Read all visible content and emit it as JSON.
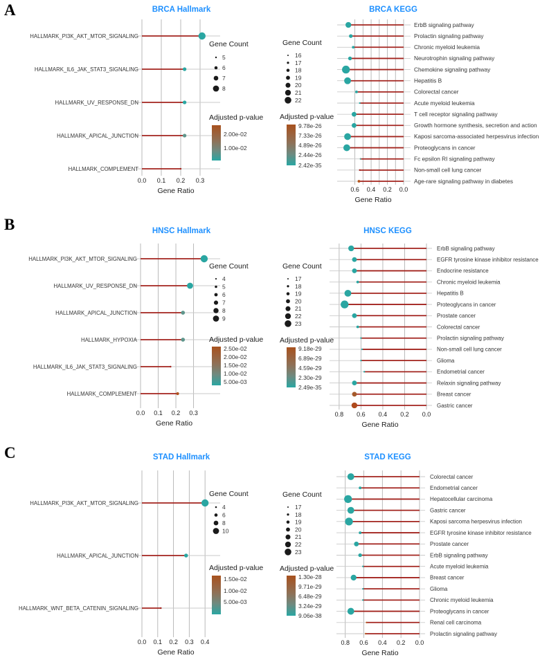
{
  "figure": {
    "panel_letters": [
      "A",
      "B",
      "C"
    ]
  },
  "colors": {
    "title_blue": "#1e90ff",
    "stem_red": "#A2231D",
    "teal": "#2AA6A2",
    "muted_teal": "#5F968C",
    "grid": "#b3b3b3",
    "rowline": "#c9c9c9",
    "legend_dot": "#1a1a1a",
    "text": "#343434",
    "tick_text": "#1c1c1c",
    "cbar_top": "#A8511E",
    "cbar_mid1": "#8E7158",
    "cbar_mid2": "#6E8A80",
    "cbar_bottom": "#2AA6A2"
  },
  "chart_data": [
    {
      "panel": "A",
      "type": "lollipop",
      "title": "BRCA Hallmark",
      "xlabel": "Gene Ratio",
      "x_reversed": false,
      "x_domain": [
        0,
        0.35
      ],
      "grid_values": [
        0,
        0.1,
        0.2,
        0.3
      ],
      "xtick_values": [
        0,
        0.1,
        0.2,
        0.3
      ],
      "xtick_labels": [
        "0.0",
        "0.1",
        "0.2",
        "0.3"
      ],
      "labels_side": "left",
      "rows": [
        {
          "label": "HALLMARK_PI3K_AKT_MTOR_SIGNALING",
          "gene_ratio": 0.31,
          "gene_count": 8,
          "color": "#2AA6A2"
        },
        {
          "label": "HALLMARK_IL6_JAK_STAT3_SIGNALING",
          "gene_ratio": 0.22,
          "gene_count": 6,
          "color": "#2AA6A2"
        },
        {
          "label": "HALLMARK_UV_RESPONSE_DN",
          "gene_ratio": 0.22,
          "gene_count": 6,
          "color": "#2AA6A2"
        },
        {
          "label": "HALLMARK_APICAL_JUNCTION",
          "gene_ratio": 0.22,
          "gene_count": 6,
          "color": "#5F968C"
        },
        {
          "label": "HALLMARK_COMPLEMENT",
          "gene_ratio": 0.2,
          "gene_count": 5,
          "color": "#A2231D",
          "tiny": true
        }
      ],
      "gene_count_legend": {
        "title": "Gene Count",
        "items": [
          "5",
          "6",
          "7",
          "8"
        ]
      },
      "pvalue_legend": {
        "title": "Adjusted p-value",
        "tick_labels": [
          "2.00e-02",
          "1.00e-02"
        ]
      }
    },
    {
      "panel": "A",
      "type": "lollipop",
      "title": "BRCA KEGG",
      "xlabel": "Gene Ratio",
      "x_reversed": true,
      "x_domain": [
        0,
        0.75
      ],
      "grid_values": [
        0,
        0.1,
        0.2,
        0.3,
        0.4,
        0.5,
        0.6
      ],
      "xtick_values": [
        0.6,
        0.4,
        0.2,
        0
      ],
      "xtick_labels": [
        "0.6",
        "0.4",
        "0.2",
        "0.0"
      ],
      "labels_side": "right",
      "rows": [
        {
          "label": "ErbB signaling pathway",
          "gene_ratio": 0.68,
          "gene_count": 20,
          "color": "#2AA6A2"
        },
        {
          "label": "Prolactin signaling pathway",
          "gene_ratio": 0.65,
          "gene_count": 18,
          "color": "#2AA6A2"
        },
        {
          "label": "Chronic myeloid leukemia",
          "gene_ratio": 0.62,
          "gene_count": 17,
          "color": "#2AA6A2"
        },
        {
          "label": "Neurotrophin signaling pathway",
          "gene_ratio": 0.66,
          "gene_count": 18,
          "color": "#2AA6A2"
        },
        {
          "label": "Chemokine signaling pathway",
          "gene_ratio": 0.71,
          "gene_count": 22,
          "color": "#2AA6A2"
        },
        {
          "label": "Hepatitis B",
          "gene_ratio": 0.69,
          "gene_count": 21,
          "color": "#2AA6A2"
        },
        {
          "label": "Colorectal cancer",
          "gene_ratio": 0.58,
          "gene_count": 17,
          "color": "#2AA6A2"
        },
        {
          "label": "Acute myeloid leukemia",
          "gene_ratio": 0.54,
          "gene_count": 16,
          "color": "#2AA6A2"
        },
        {
          "label": "T cell receptor signaling pathway",
          "gene_ratio": 0.61,
          "gene_count": 19,
          "color": "#2AA6A2"
        },
        {
          "label": "Growth hormone synthesis, secretion and action",
          "gene_ratio": 0.61,
          "gene_count": 19,
          "color": "#2AA6A2"
        },
        {
          "label": "Kaposi sarcoma-associated herpesvirus infection",
          "gene_ratio": 0.69,
          "gene_count": 21,
          "color": "#2AA6A2"
        },
        {
          "label": "Proteoglycans in cancer",
          "gene_ratio": 0.7,
          "gene_count": 21,
          "color": "#2AA6A2"
        },
        {
          "label": "Fc epsilon RI signaling pathway",
          "gene_ratio": 0.53,
          "gene_count": 16,
          "color": "#5F968C",
          "tiny": true
        },
        {
          "label": "Non-small cell lung cancer",
          "gene_ratio": 0.54,
          "gene_count": 16,
          "color": "#A2231D",
          "tiny": true
        },
        {
          "label": "Age-rare signaling pathway in diabetes",
          "gene_ratio": 0.55,
          "gene_count": 17,
          "color": "#B4541C"
        }
      ],
      "gene_count_legend": {
        "title": "Gene Count",
        "items": [
          "16",
          "17",
          "18",
          "19",
          "20",
          "21",
          "22"
        ]
      },
      "pvalue_legend": {
        "title": "Adjusted p-value",
        "tick_labels": [
          "9.78e-26",
          "7.33e-26",
          "4.89e-26",
          "2.44e-26",
          "2.42e-35"
        ]
      }
    },
    {
      "panel": "B",
      "type": "lollipop",
      "title": "HNSC Hallmark",
      "xlabel": "Gene Ratio",
      "x_reversed": false,
      "x_domain": [
        0,
        0.38
      ],
      "grid_values": [
        0,
        0.1,
        0.2,
        0.3
      ],
      "xtick_values": [
        0,
        0.1,
        0.2,
        0.3
      ],
      "xtick_labels": [
        "0.0",
        "0.1",
        "0.2",
        "0.3"
      ],
      "labels_side": "left",
      "rows": [
        {
          "label": "HALLMARK_PI3K_AKT_MTOR_SIGNALING",
          "gene_ratio": 0.36,
          "gene_count": 9,
          "color": "#2AA6A2"
        },
        {
          "label": "HALLMARK_UV_RESPONSE_DN",
          "gene_ratio": 0.28,
          "gene_count": 8,
          "color": "#2AA6A2"
        },
        {
          "label": "HALLMARK_APICAL_JUNCTION",
          "gene_ratio": 0.24,
          "gene_count": 6,
          "color": "#5F968C"
        },
        {
          "label": "HALLMARK_HYPOXIA",
          "gene_ratio": 0.24,
          "gene_count": 6,
          "color": "#5F968C"
        },
        {
          "label": "HALLMARK_IL6_JAK_STAT3_SIGNALING",
          "gene_ratio": 0.17,
          "gene_count": 4,
          "color": "#A2231D",
          "tiny": true
        },
        {
          "label": "HALLMARK_COMPLEMENT",
          "gene_ratio": 0.21,
          "gene_count": 5,
          "color": "#B0521E"
        }
      ],
      "gene_count_legend": {
        "title": "Gene Count",
        "items": [
          "4",
          "5",
          "6",
          "7",
          "8",
          "9"
        ]
      },
      "pvalue_legend": {
        "title": "Adjusted p-value",
        "tick_labels": [
          "2.50e-02",
          "2.00e-02",
          "1.50e-02",
          "1.00e-02",
          "5.00e-03"
        ]
      }
    },
    {
      "panel": "B",
      "type": "lollipop",
      "title": "HNSC KEGG",
      "xlabel": "Gene Ratio",
      "x_reversed": true,
      "x_domain": [
        0,
        0.85
      ],
      "grid_values": [
        0,
        0.2,
        0.4,
        0.6,
        0.8
      ],
      "xtick_values": [
        0.8,
        0.6,
        0.4,
        0.2,
        0
      ],
      "xtick_labels": [
        "0.8",
        "0.6",
        "0.4",
        "0.2",
        "0.0"
      ],
      "labels_side": "right",
      "rows": [
        {
          "label": "ErbB signaling pathway",
          "gene_ratio": 0.69,
          "gene_count": 21,
          "color": "#2AA6A2"
        },
        {
          "label": "EGFR tyrosine kinase inhibitor resistance",
          "gene_ratio": 0.66,
          "gene_count": 20,
          "color": "#2AA6A2"
        },
        {
          "label": "Endocrine resistance",
          "gene_ratio": 0.66,
          "gene_count": 20,
          "color": "#2AA6A2"
        },
        {
          "label": "Chronic myeloid leukemia",
          "gene_ratio": 0.63,
          "gene_count": 18,
          "color": "#2AA6A2"
        },
        {
          "label": "Hepatitis B",
          "gene_ratio": 0.72,
          "gene_count": 22,
          "color": "#2AA6A2"
        },
        {
          "label": "Proteoglycans in cancer",
          "gene_ratio": 0.75,
          "gene_count": 23,
          "color": "#2AA6A2"
        },
        {
          "label": "Prostate cancer",
          "gene_ratio": 0.66,
          "gene_count": 20,
          "color": "#2AA6A2"
        },
        {
          "label": "Colorectal cancer",
          "gene_ratio": 0.63,
          "gene_count": 18,
          "color": "#2AA6A2"
        },
        {
          "label": "Prolactin signaling pathway",
          "gene_ratio": 0.6,
          "gene_count": 17,
          "color": "#2AA6A2"
        },
        {
          "label": "Non-small cell lung cancer",
          "gene_ratio": 0.59,
          "gene_count": 17,
          "color": "#2AA6A2"
        },
        {
          "label": "Glioma",
          "gene_ratio": 0.6,
          "gene_count": 17,
          "color": "#2AA6A2"
        },
        {
          "label": "Endometrial cancer",
          "gene_ratio": 0.57,
          "gene_count": 17,
          "color": "#2AA6A2",
          "tiny": true
        },
        {
          "label": "Relaxin signaling pathway",
          "gene_ratio": 0.66,
          "gene_count": 20,
          "color": "#2AA6A2"
        },
        {
          "label": "Breast cancer",
          "gene_ratio": 0.66,
          "gene_count": 20,
          "color": "#A55A2B"
        },
        {
          "label": "Gastric cancer",
          "gene_ratio": 0.66,
          "gene_count": 21,
          "color": "#AF4A1D"
        }
      ],
      "gene_count_legend": {
        "title": "Gene Count",
        "items": [
          "17",
          "18",
          "19",
          "20",
          "21",
          "22",
          "23"
        ]
      },
      "pvalue_legend": {
        "title": "Adjusted p-value",
        "tick_labels": [
          "9.18e-29",
          "6.89e-29",
          "4.59e-29",
          "2.30e-29",
          "2.49e-35"
        ]
      }
    },
    {
      "panel": "C",
      "type": "lollipop",
      "title": "STAD Hallmark",
      "xlabel": "Gene Ratio",
      "x_reversed": false,
      "x_domain": [
        0,
        0.43
      ],
      "grid_values": [
        0,
        0.1,
        0.2,
        0.3,
        0.4
      ],
      "xtick_values": [
        0,
        0.1,
        0.2,
        0.3,
        0.4
      ],
      "xtick_labels": [
        "0.0",
        "0.1",
        "0.2",
        "0.3",
        "0.4"
      ],
      "labels_side": "left",
      "rows": [
        {
          "label": "HALLMARK_PI3K_AKT_MTOR_SIGNALING",
          "gene_ratio": 0.4,
          "gene_count": 10,
          "color": "#2AA6A2"
        },
        {
          "label": "HALLMARK_APICAL_JUNCTION",
          "gene_ratio": 0.28,
          "gene_count": 6,
          "color": "#2AA6A2"
        },
        {
          "label": "HALLMARK_WNT_BETA_CATENIN_SIGNALING",
          "gene_ratio": 0.12,
          "gene_count": 4,
          "color": "#A2231D",
          "tiny": true
        }
      ],
      "gene_count_legend": {
        "title": "Gene Count",
        "items": [
          "4",
          "6",
          "8",
          "10"
        ]
      },
      "pvalue_legend": {
        "title": "Adjusted p-value",
        "tick_labels": [
          "1.50e-02",
          "1.00e-02",
          "5.00e-03"
        ]
      }
    },
    {
      "panel": "C",
      "type": "lollipop",
      "title": "STAD KEGG",
      "xlabel": "Gene Ratio",
      "x_reversed": true,
      "x_domain": [
        0,
        0.85
      ],
      "grid_values": [
        0,
        0.2,
        0.4,
        0.6,
        0.8
      ],
      "xtick_values": [
        0.8,
        0.6,
        0.4,
        0.2,
        0
      ],
      "xtick_labels": [
        "0.8",
        "0.6",
        "0.4",
        "0.2",
        "0.0"
      ],
      "labels_side": "right",
      "rows": [
        {
          "label": "Colorectal cancer",
          "gene_ratio": 0.74,
          "gene_count": 22,
          "color": "#2AA6A2"
        },
        {
          "label": "Endometrial cancer",
          "gene_ratio": 0.64,
          "gene_count": 18,
          "color": "#2AA6A2"
        },
        {
          "label": "Hepatocellular carcinoma",
          "gene_ratio": 0.77,
          "gene_count": 23,
          "color": "#2AA6A2"
        },
        {
          "label": "Gastric cancer",
          "gene_ratio": 0.74,
          "gene_count": 22,
          "color": "#2AA6A2"
        },
        {
          "label": "Kaposi sarcoma herpesvirus infection",
          "gene_ratio": 0.76,
          "gene_count": 23,
          "color": "#2AA6A2"
        },
        {
          "label": "EGFR tyrosine kinase inhibitor resistance",
          "gene_ratio": 0.64,
          "gene_count": 18,
          "color": "#2AA6A2"
        },
        {
          "label": "Prostate cancer",
          "gene_ratio": 0.68,
          "gene_count": 20,
          "color": "#2AA6A2"
        },
        {
          "label": "ErbB signaling pathway",
          "gene_ratio": 0.64,
          "gene_count": 19,
          "color": "#2AA6A2"
        },
        {
          "label": "Acute myeloid leukemia",
          "gene_ratio": 0.61,
          "gene_count": 17,
          "color": "#2AA6A2"
        },
        {
          "label": "Breast cancer",
          "gene_ratio": 0.71,
          "gene_count": 21,
          "color": "#2AA6A2"
        },
        {
          "label": "Glioma",
          "gene_ratio": 0.61,
          "gene_count": 17,
          "color": "#2AA6A2"
        },
        {
          "label": "Chronic myeloid leukemia",
          "gene_ratio": 0.61,
          "gene_count": 17,
          "color": "#2AA6A2"
        },
        {
          "label": "Proteoglycans in cancer",
          "gene_ratio": 0.74,
          "gene_count": 22,
          "color": "#2AA6A2"
        },
        {
          "label": "Renal cell carcinoma",
          "gene_ratio": 0.57,
          "gene_count": 17,
          "color": "#B4541C",
          "tiny": true
        },
        {
          "label": "Prolactin signaling pathway",
          "gene_ratio": 0.58,
          "gene_count": 17,
          "color": "#B4541C",
          "tiny": true
        }
      ],
      "gene_count_legend": {
        "title": "Gene Count",
        "items": [
          "17",
          "18",
          "19",
          "20",
          "21",
          "22",
          "23"
        ]
      },
      "pvalue_legend": {
        "title": "Adjusted p-value",
        "tick_labels": [
          "1.30e-28",
          "9.71e-29",
          "6.48e-29",
          "3.24e-29",
          "9.06e-38"
        ]
      }
    }
  ]
}
